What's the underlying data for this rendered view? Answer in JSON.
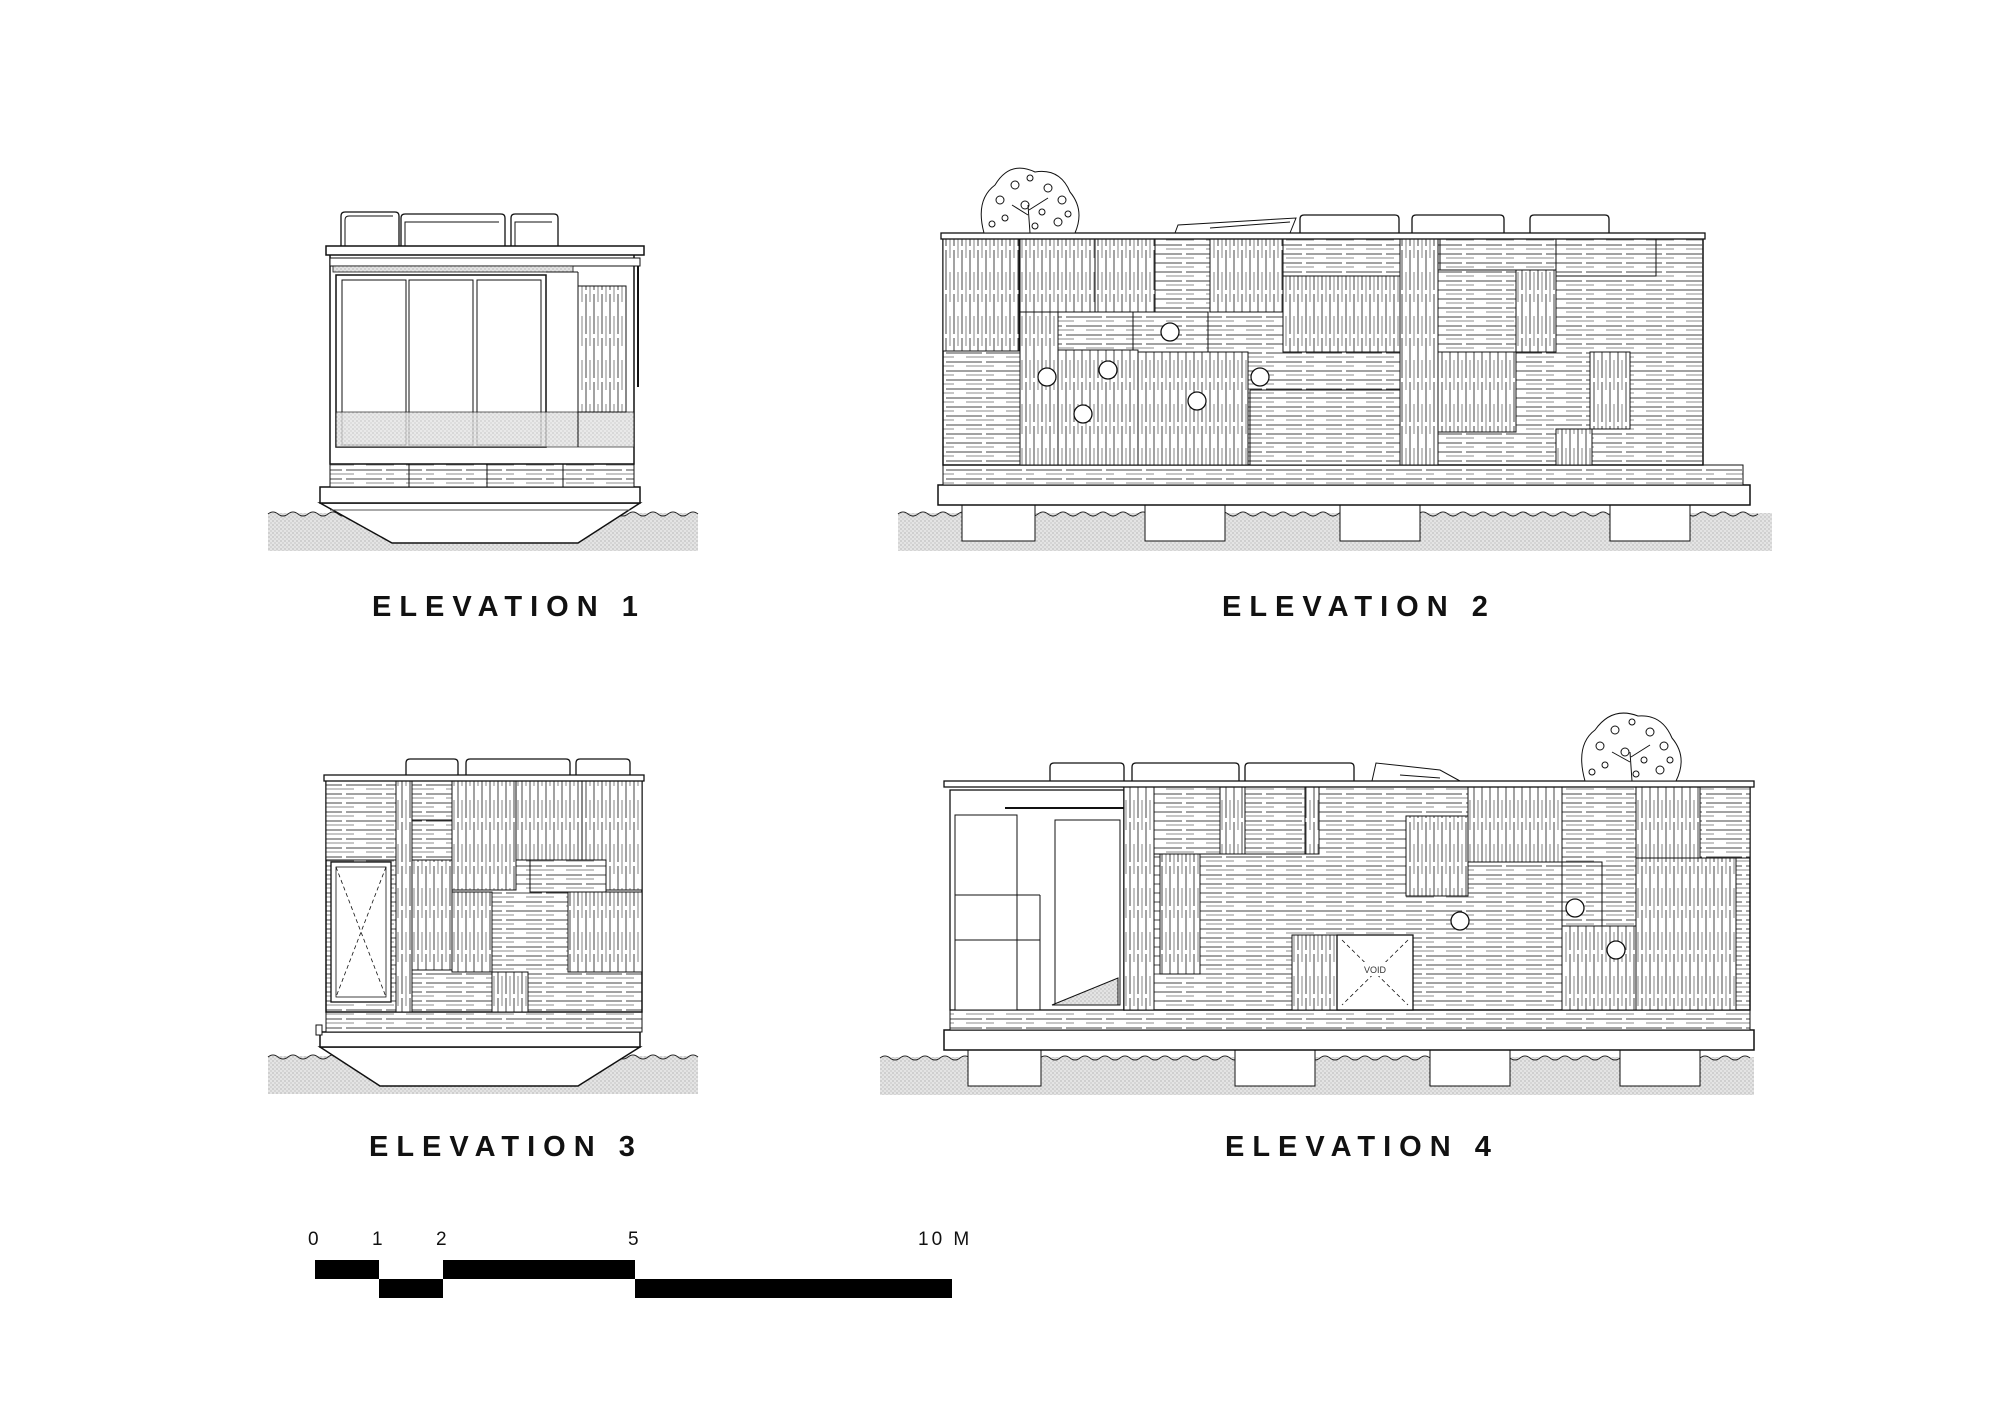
{
  "drawing": {
    "labels": {
      "elevation_1": "ELEVATION 1",
      "elevation_2": "ELEVATION 2",
      "elevation_3": "ELEVATION 3",
      "elevation_4": "ELEVATION 4"
    },
    "scale_bar": {
      "ticks": [
        "0",
        "1",
        "2",
        "5",
        "10 M"
      ]
    },
    "void_label": "VOID"
  },
  "colors": {
    "ink": "#111111",
    "water": "#d8d8d8",
    "paper": "#ffffff"
  }
}
